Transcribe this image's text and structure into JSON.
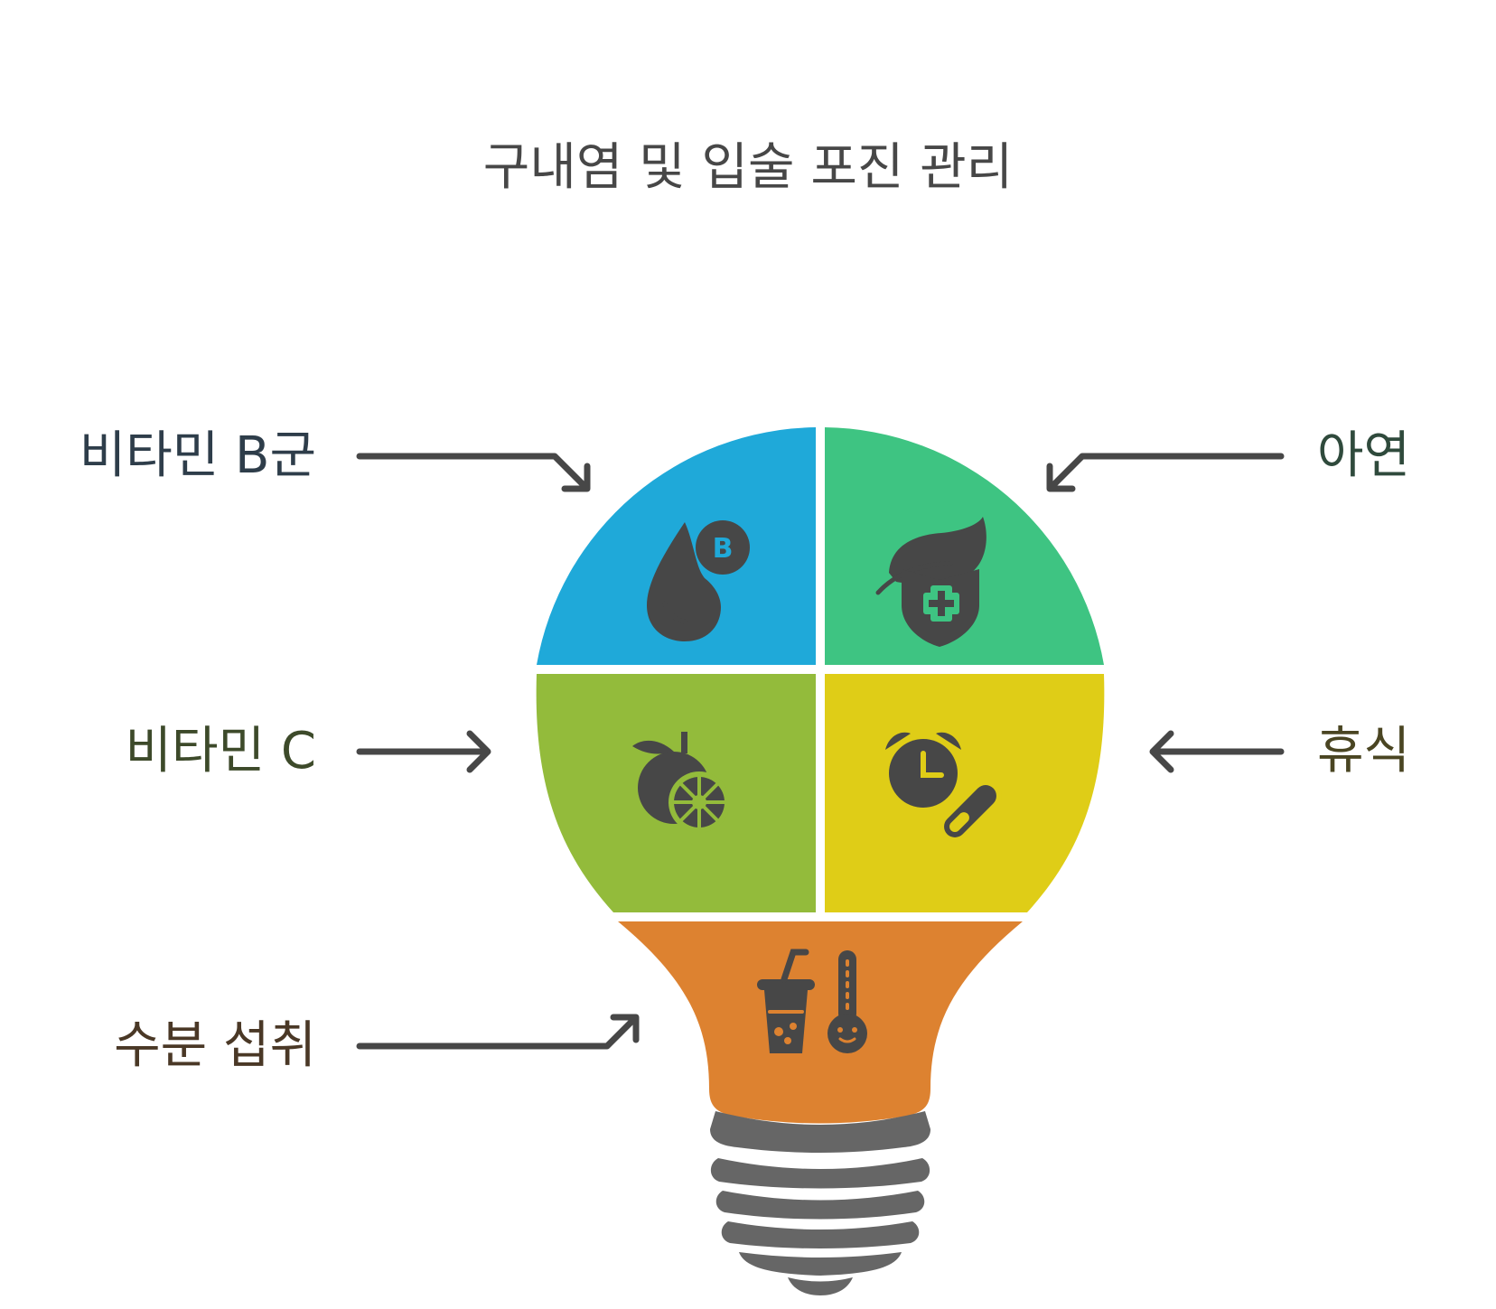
{
  "title": "구내염 및 입술 포진 관리",
  "items": [
    {
      "label": "비타민 B군",
      "icon": "drop-vitamin-b-icon",
      "color": "#1fa9d9",
      "label_color": "#2e3d4a"
    },
    {
      "label": "아연",
      "icon": "leaf-shield-icon",
      "color": "#3ec482",
      "label_color": "#2f4a3c"
    },
    {
      "label": "비타민 C",
      "icon": "citrus-fruit-icon",
      "color": "#93bb3b",
      "label_color": "#3d4a2a"
    },
    {
      "label": "휴식",
      "icon": "alarm-clock-pill-icon",
      "color": "#dfcd17",
      "label_color": "#4a4522"
    },
    {
      "label": "수분 섭취",
      "icon": "drink-thermometer-icon",
      "color": "#dd8230",
      "label_color": "#4a3826"
    }
  ],
  "bulb_base_color": "#666666",
  "icon_color": "#474747",
  "arrow_color": "#474747"
}
